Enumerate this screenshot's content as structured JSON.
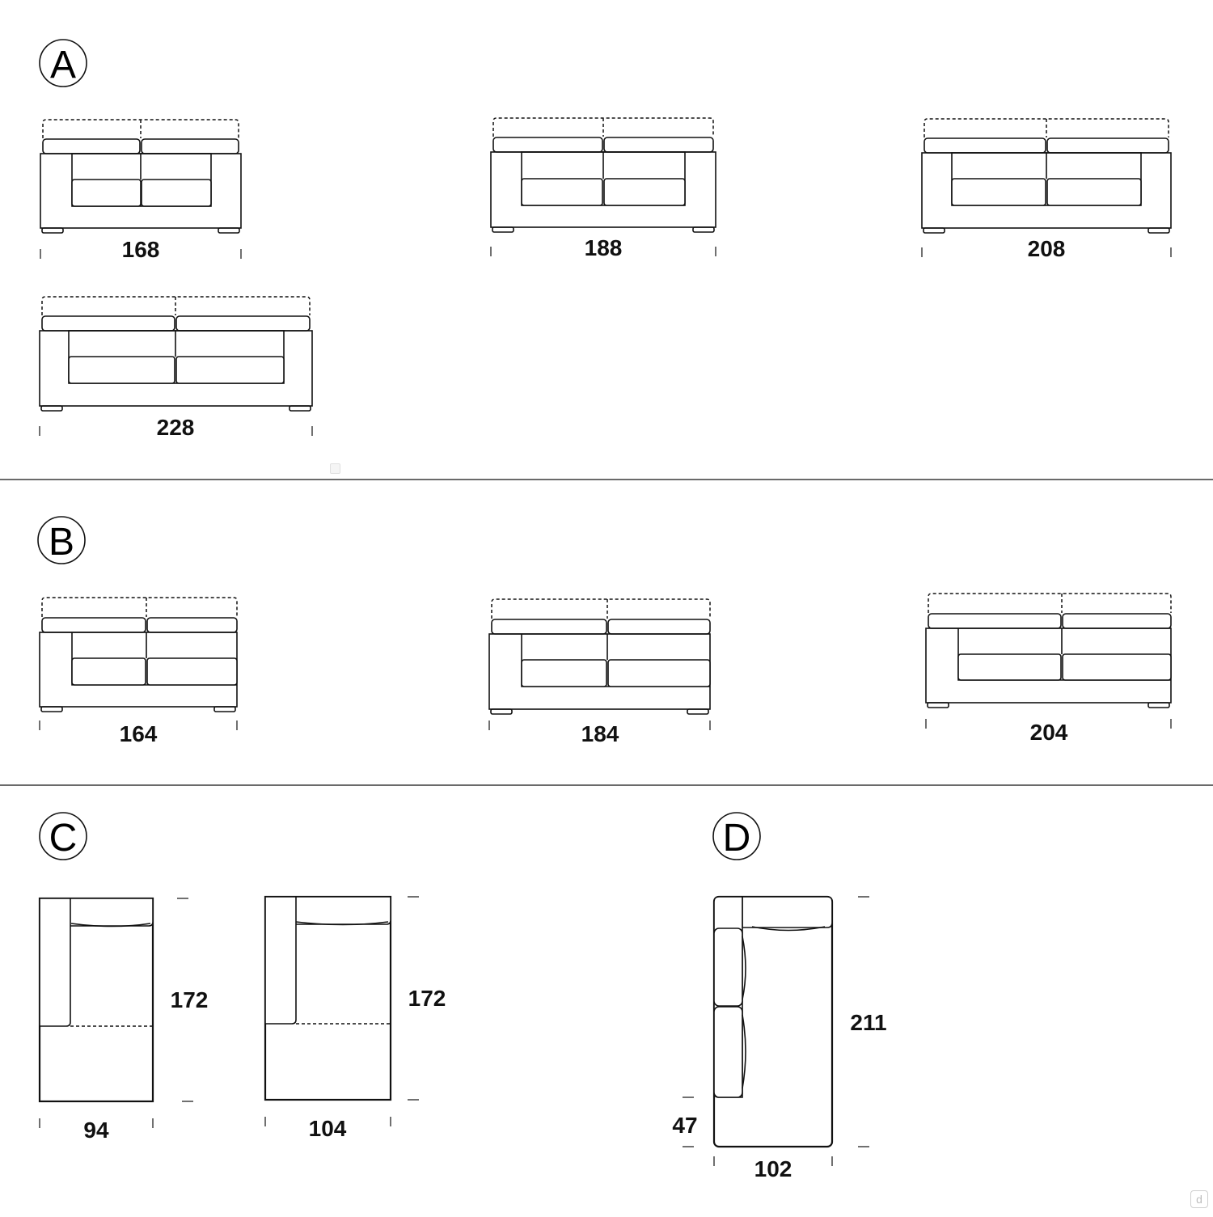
{
  "sections": [
    {
      "letter": "A",
      "sofas": [
        {
          "width_cm": "168"
        },
        {
          "width_cm": "188"
        },
        {
          "width_cm": "208"
        },
        {
          "width_cm": "228"
        }
      ]
    },
    {
      "letter": "B",
      "sofas": [
        {
          "width_cm": "164"
        },
        {
          "width_cm": "184"
        },
        {
          "width_cm": "204"
        }
      ]
    },
    {
      "letter": "C",
      "modules": [
        {
          "width_cm": "94",
          "depth_cm": "172"
        },
        {
          "width_cm": "104",
          "depth_cm": "172"
        }
      ]
    },
    {
      "letter": "D",
      "modules": [
        {
          "width_cm": "102",
          "depth_cm": "211",
          "seat_cm": "47"
        }
      ]
    }
  ],
  "icons": {
    "watermark": "d"
  }
}
